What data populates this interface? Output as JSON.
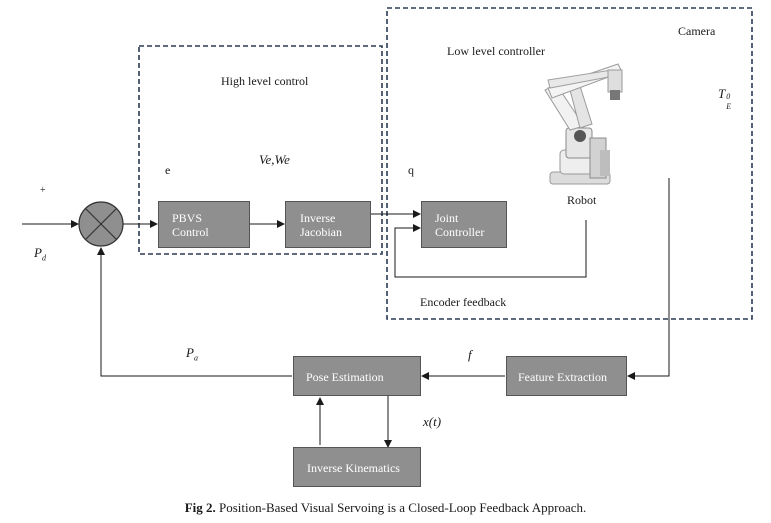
{
  "labels": {
    "high_level": "High level control",
    "low_level": "Low level controller",
    "camera": "Camera",
    "robot": "Robot",
    "encoder": "Encoder feedback",
    "plus": "+",
    "e": "e",
    "q": "q",
    "ve_we": "Ve,We",
    "te0": "T",
    "te0_sup": "0",
    "te0_sub": "E",
    "pd": "P",
    "pd_sub": "d",
    "pa": "P",
    "pa_sub": "a",
    "f": "f",
    "xt": "x(t)"
  },
  "blocks": {
    "pbvs_line1": "PBVS",
    "pbvs_line2": "Control",
    "invjac_line1": "Inverse",
    "invjac_line2": "Jacobian",
    "joint_line1": "Joint",
    "joint_line2": "Controller",
    "pose": "Pose Estimation",
    "feature": "Feature Extraction",
    "invkin": "Inverse Kinematics"
  },
  "caption": {
    "bold": "Fig 2.",
    "text": " Position-Based Visual Servoing is a Closed-Loop Feedback Approach."
  },
  "colors": {
    "block_fill": "#8f8f8f",
    "dashed_border": "#2a3a55",
    "lines": "#1a1a1a"
  }
}
